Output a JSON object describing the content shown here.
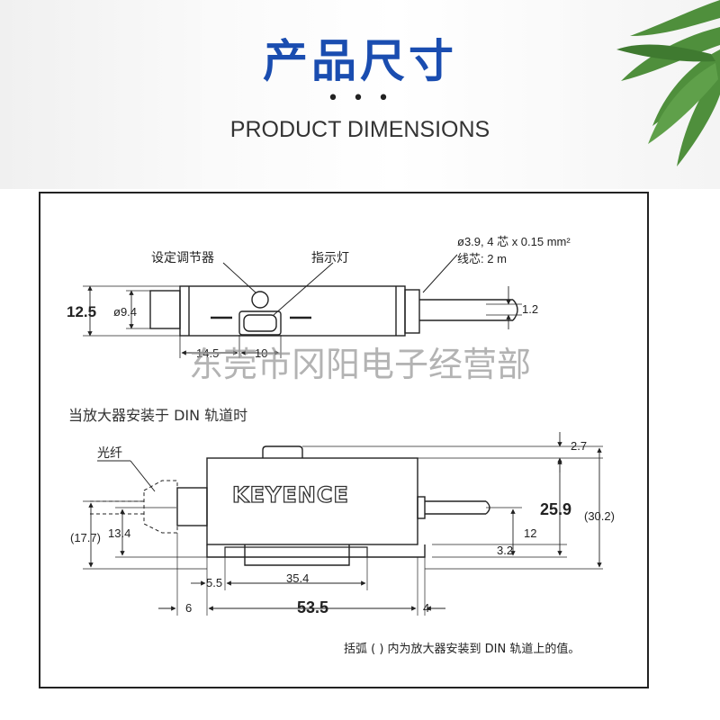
{
  "header": {
    "title_cn": "产品尺寸",
    "dots": "• • •",
    "title_en": "PRODUCT DIMENSIONS"
  },
  "top_view": {
    "label_setting": "设定调节器",
    "label_indicator": "指示灯",
    "cable_spec": "ø3.9, 4 芯 x 0.15 mm²",
    "cable_core": "线芯: 2 m",
    "dim_height": "12.5",
    "dim_diameter": "ø9.4",
    "dim_a": "14.5",
    "dim_b": "10",
    "dim_cable": "1.2"
  },
  "watermark": "东莞市冈阳电子经营部",
  "din_caption": "当放大器安装于 DIN 轨道时",
  "front_view": {
    "label_fiber": "光纤",
    "brand": "KEYENCE",
    "dim_top": "2.7",
    "dim_height": "25.9",
    "dim_height_din": "(30.2)",
    "dim_12": "12",
    "dim_3_2": "3.2",
    "dim_fiber_din": "(17.7)",
    "dim_fiber": "13.4",
    "dim_5_5": "5.5",
    "dim_35_4": "35.4",
    "dim_6": "6",
    "dim_53_5": "53.5",
    "dim_4": "4"
  },
  "footnote": "括弧 ( ) 内为放大器安装到 DIN 轨道上的值。"
}
